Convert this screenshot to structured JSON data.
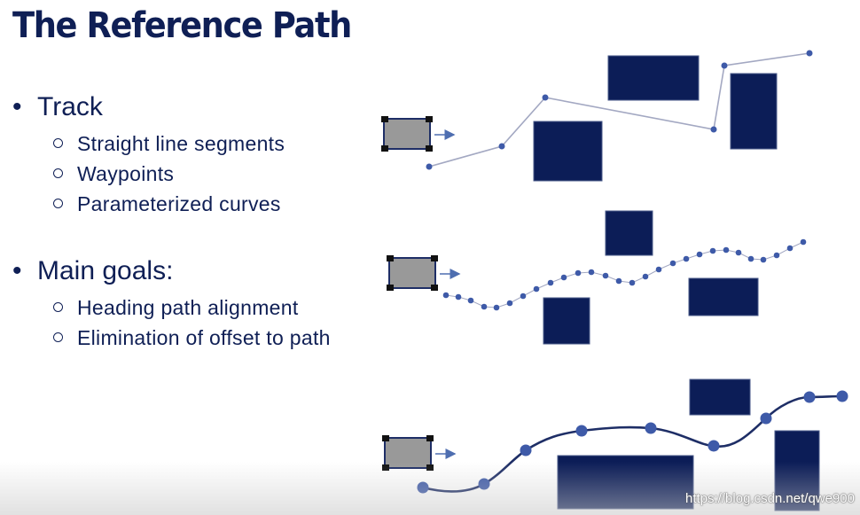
{
  "slide": {
    "title": "The Reference Path",
    "bullets": [
      {
        "label": "Track",
        "subitems": [
          "Straight line segments",
          "Waypoints",
          "Parameterized curves"
        ]
      },
      {
        "label": "Main goals:",
        "subitems": [
          "Heading path alignment",
          "Elimination of offset to path"
        ]
      }
    ],
    "watermark": "https://blog.csdn.net/qwe900"
  },
  "colors": {
    "title": "#0f1f55",
    "obstacle": "#0c1d57",
    "path_line": "#a3a8c2",
    "waypoint": "#3e5aa8",
    "curve": "#1e2e66",
    "vehicle_body": "#999999"
  },
  "icons": [
    "vehicle-icon",
    "direction-arrow-icon"
  ]
}
